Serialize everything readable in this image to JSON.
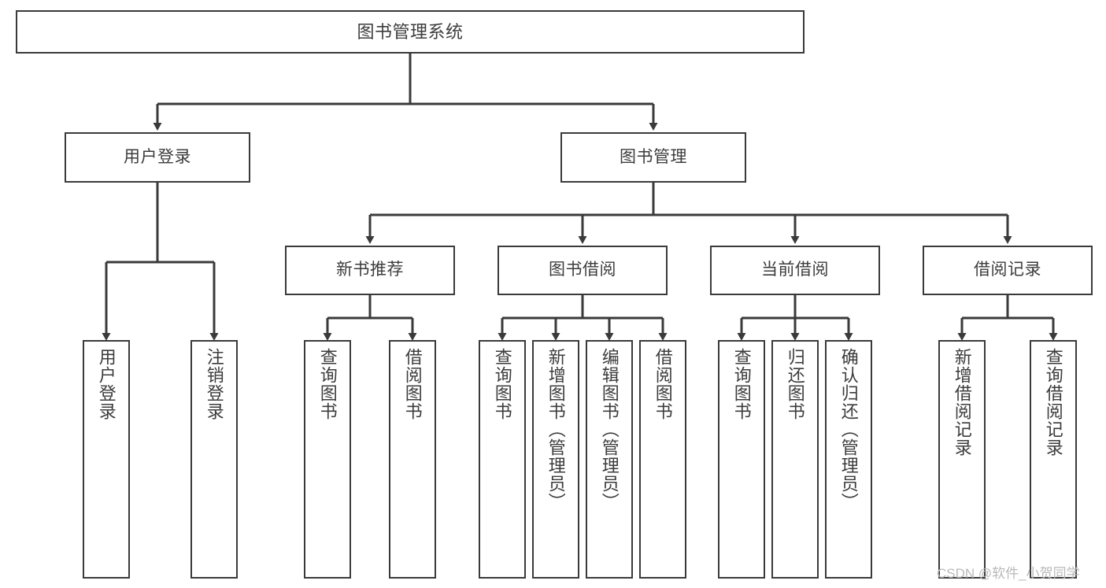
{
  "diagram": {
    "type": "tree",
    "title": "图书管理系统",
    "watermark": "CSDN @软件_小贺同学",
    "colors": {
      "box_border": "#3a3a3a",
      "box_fill": "#ffffff",
      "text": "#3c3c3c",
      "edge": "#3a3a3a",
      "watermark": "#b9b9b9"
    },
    "levels": {
      "root": {
        "label": "图书管理系统"
      },
      "level2": [
        {
          "id": "user-login",
          "label": "用户登录"
        },
        {
          "id": "book-manage",
          "label": "图书管理"
        }
      ],
      "level3": [
        {
          "id": "new-book-rec",
          "label": "新书推荐"
        },
        {
          "id": "book-borrow",
          "label": "图书借阅"
        },
        {
          "id": "current-borrow",
          "label": "当前借阅"
        },
        {
          "id": "borrow-record",
          "label": "借阅记录"
        }
      ],
      "leaves": [
        {
          "id": "leaf-1",
          "parent": "user-login",
          "label": "用户登录"
        },
        {
          "id": "leaf-2",
          "parent": "user-login",
          "label": "注销登录"
        },
        {
          "id": "leaf-3",
          "parent": "new-book-rec",
          "label": "查询图书"
        },
        {
          "id": "leaf-4",
          "parent": "new-book-rec",
          "label": "借阅图书"
        },
        {
          "id": "leaf-5",
          "parent": "book-borrow",
          "label": "查询图书"
        },
        {
          "id": "leaf-6",
          "parent": "book-borrow",
          "label": "新增图书（管理员）"
        },
        {
          "id": "leaf-7",
          "parent": "book-borrow",
          "label": "编辑图书（管理员）"
        },
        {
          "id": "leaf-8",
          "parent": "book-borrow",
          "label": "借阅图书"
        },
        {
          "id": "leaf-9",
          "parent": "current-borrow",
          "label": "查询图书"
        },
        {
          "id": "leaf-10",
          "parent": "current-borrow",
          "label": "归还图书"
        },
        {
          "id": "leaf-11",
          "parent": "current-borrow",
          "label": "确认归还（管理员）"
        },
        {
          "id": "leaf-12",
          "parent": "borrow-record",
          "label": "新增借阅记录"
        },
        {
          "id": "leaf-13",
          "parent": "borrow-record",
          "label": "查询借阅记录"
        }
      ]
    }
  }
}
